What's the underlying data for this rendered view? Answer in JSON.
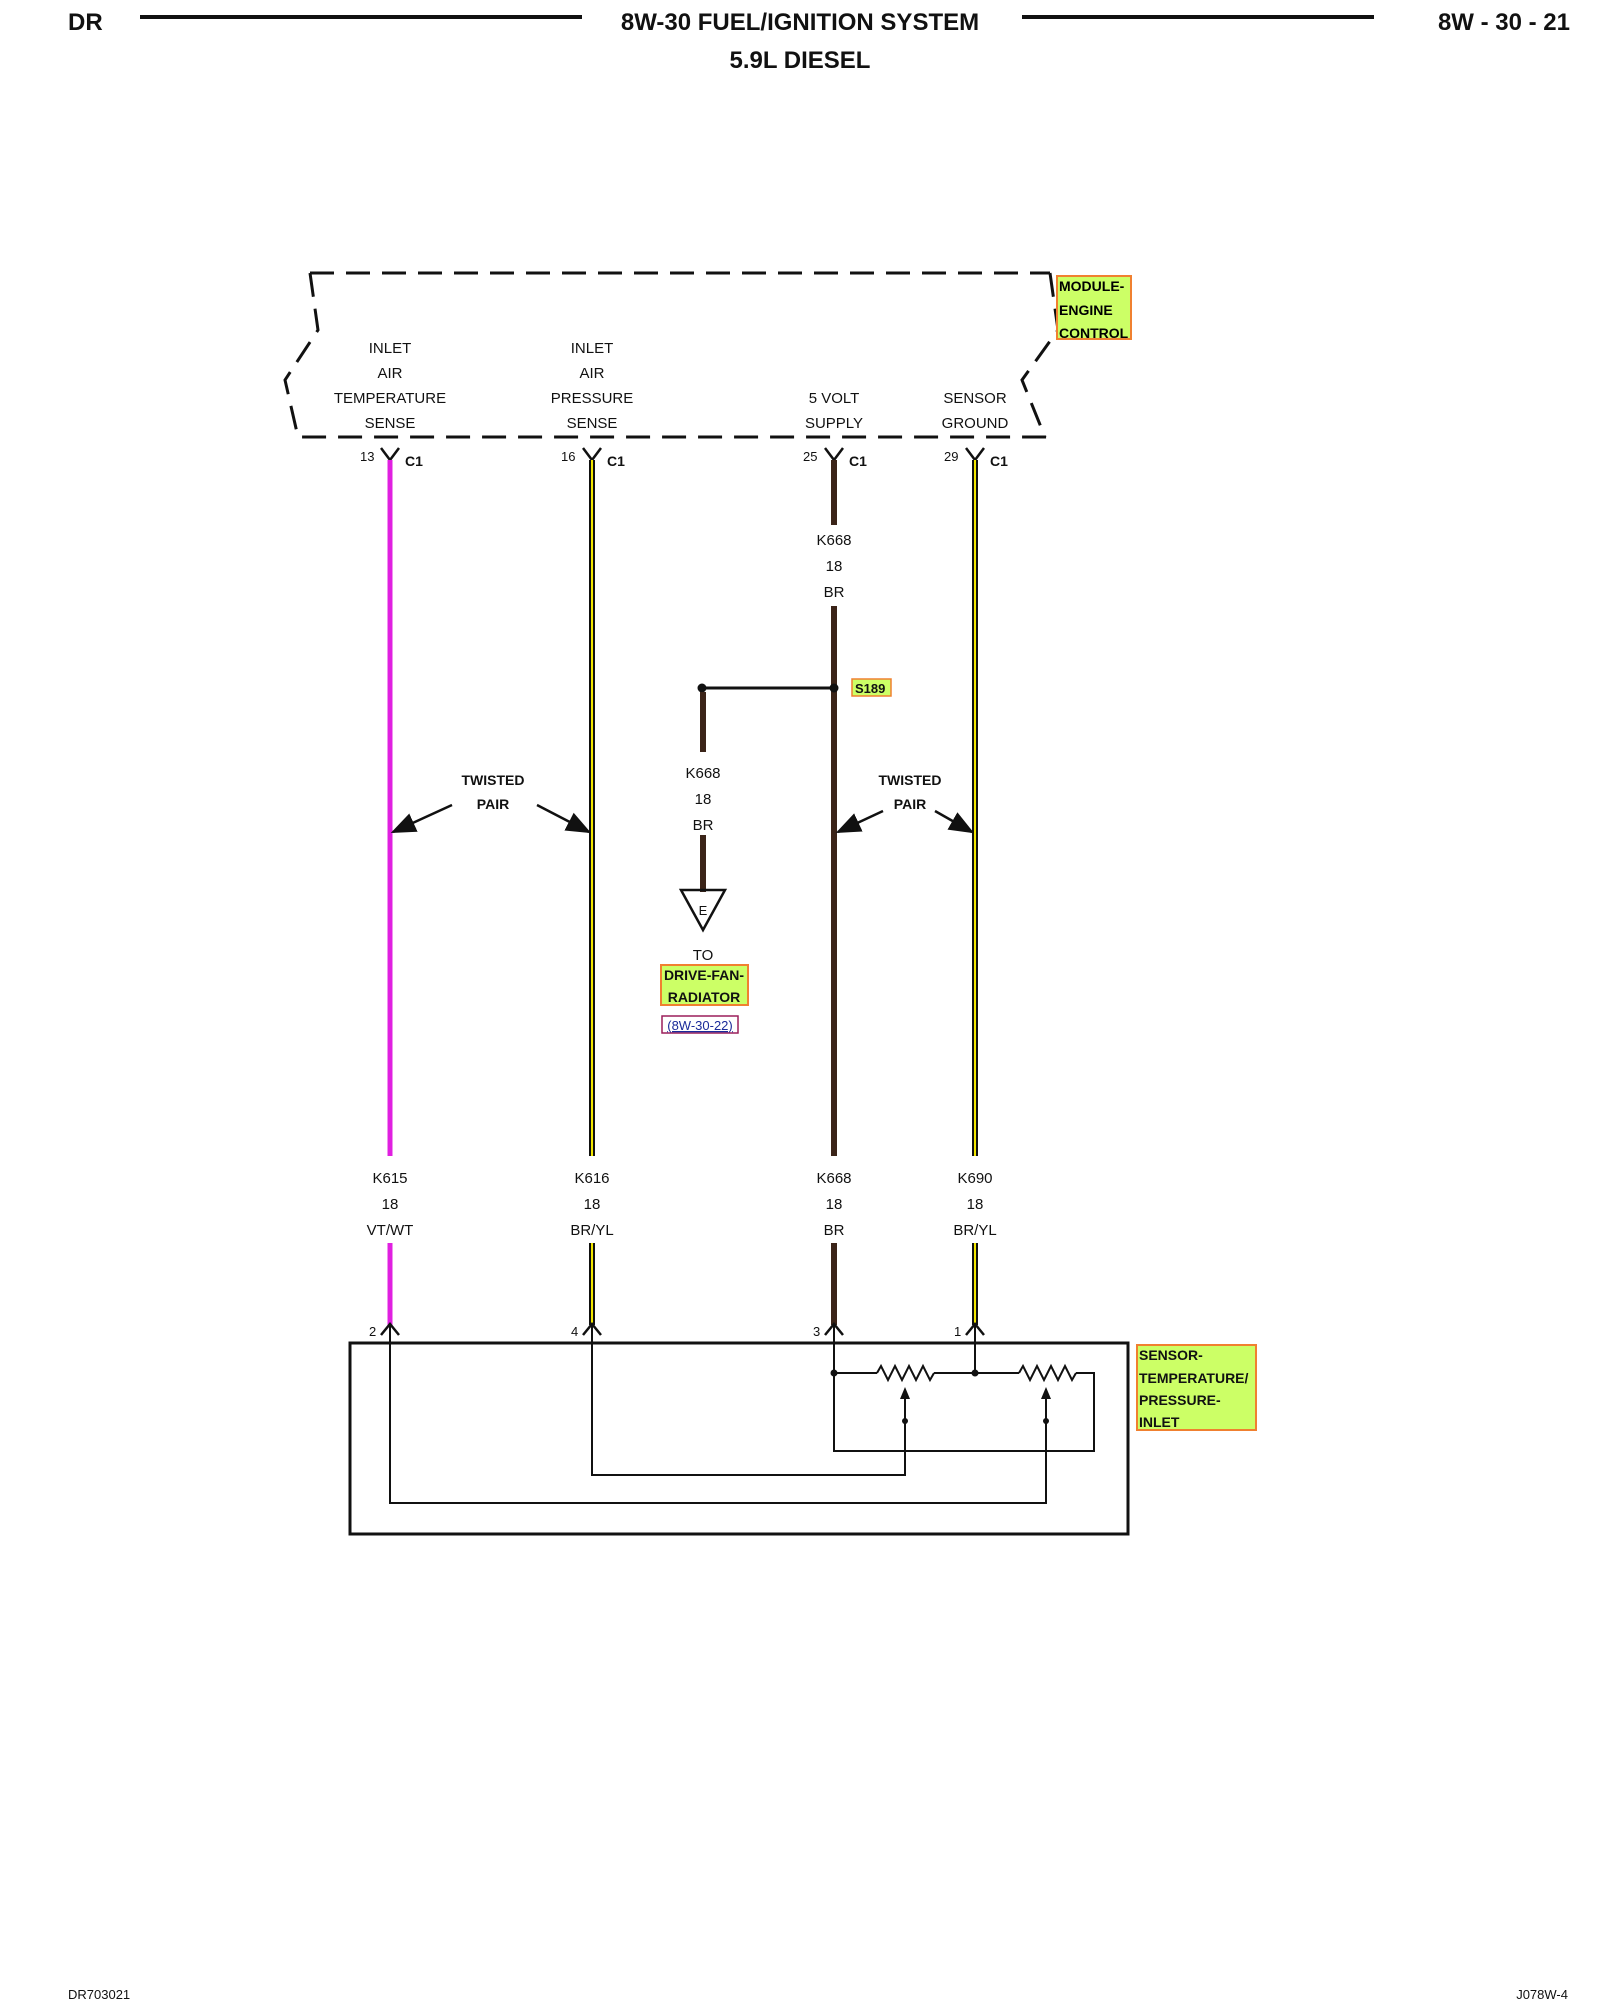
{
  "header": {
    "left": "DR",
    "title": "8W-30 FUEL/IGNITION SYSTEM",
    "subtitle": "5.9L DIESEL",
    "page": "8W - 30 - 21"
  },
  "footer": {
    "left": "DR703021",
    "right": "J078W-4"
  },
  "colors": {
    "violet_white": "#e020e0",
    "brown_yellow": "#f2e600",
    "brown": "#3b2418",
    "highlight_fill": "#ccff66",
    "highlight_border": "#f08030",
    "link_border": "#9b1f5a"
  },
  "module": {
    "label": [
      "MODULE-",
      "ENGINE",
      "CONTROL"
    ],
    "pins": [
      {
        "lines": [
          "INLET",
          "AIR",
          "TEMPERATURE",
          "SENSE"
        ],
        "pin": "13",
        "connector": "C1"
      },
      {
        "lines": [
          "INLET",
          "AIR",
          "PRESSURE",
          "SENSE"
        ],
        "pin": "16",
        "connector": "C1"
      },
      {
        "lines": [
          "5 VOLT",
          "SUPPLY"
        ],
        "pin": "25",
        "connector": "C1"
      },
      {
        "lines": [
          "SENSOR",
          "GROUND"
        ],
        "pin": "29",
        "connector": "C1"
      }
    ]
  },
  "upper_wire": {
    "circuit": "K668",
    "gauge": "18",
    "color": "BR"
  },
  "splice": {
    "label": "S189"
  },
  "branch": {
    "wire": {
      "circuit": "K668",
      "gauge": "18",
      "color": "BR"
    },
    "connector_letter": "E",
    "to_label": "TO",
    "dest_lines": [
      "DRIVE-FAN-",
      "RADIATOR"
    ],
    "ref": "(8W-30-22)"
  },
  "twisted_pair": {
    "line1": "TWISTED",
    "line2": "PAIR"
  },
  "lower_wires": [
    {
      "circuit": "K615",
      "gauge": "18",
      "color": "VT/WT",
      "pin": "2"
    },
    {
      "circuit": "K616",
      "gauge": "18",
      "color": "BR/YL",
      "pin": "4"
    },
    {
      "circuit": "K668",
      "gauge": "18",
      "color": "BR",
      "pin": "3"
    },
    {
      "circuit": "K690",
      "gauge": "18",
      "color": "BR/YL",
      "pin": "1"
    }
  ],
  "sensor": {
    "label": [
      "SENSOR-",
      "TEMPERATURE/",
      "PRESSURE-",
      "INLET"
    ]
  }
}
